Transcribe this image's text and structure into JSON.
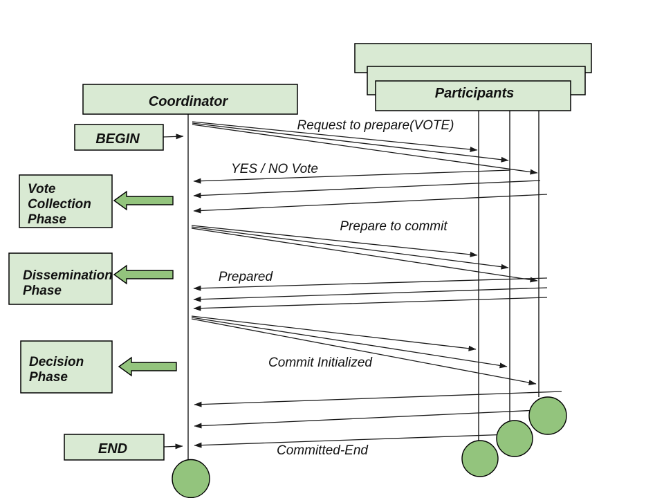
{
  "actors": {
    "coordinator": "Coordinator",
    "participants": "Participants"
  },
  "events": {
    "begin": "BEGIN",
    "end": "END"
  },
  "phases": [
    {
      "name": "Vote Collection Phase",
      "lines": [
        "Vote",
        "Collection",
        "Phase"
      ]
    },
    {
      "name": "Dissemination Phase",
      "lines": [
        "Dissemination",
        "Phase"
      ]
    },
    {
      "name": "Decision Phase",
      "lines": [
        "Decision",
        "Phase"
      ]
    }
  ],
  "messages": {
    "request": "Request to prepare(VOTE)",
    "vote": "YES / NO Vote",
    "prepare": "Prepare to commit",
    "prepared": "Prepared",
    "commit": "Commit Initialized",
    "committed": "Committed-End"
  },
  "colors": {
    "box_fill": "#d9ead3",
    "accent_fill": "#93c47d",
    "line": "#1a1a1a",
    "background": "#ffffff"
  }
}
